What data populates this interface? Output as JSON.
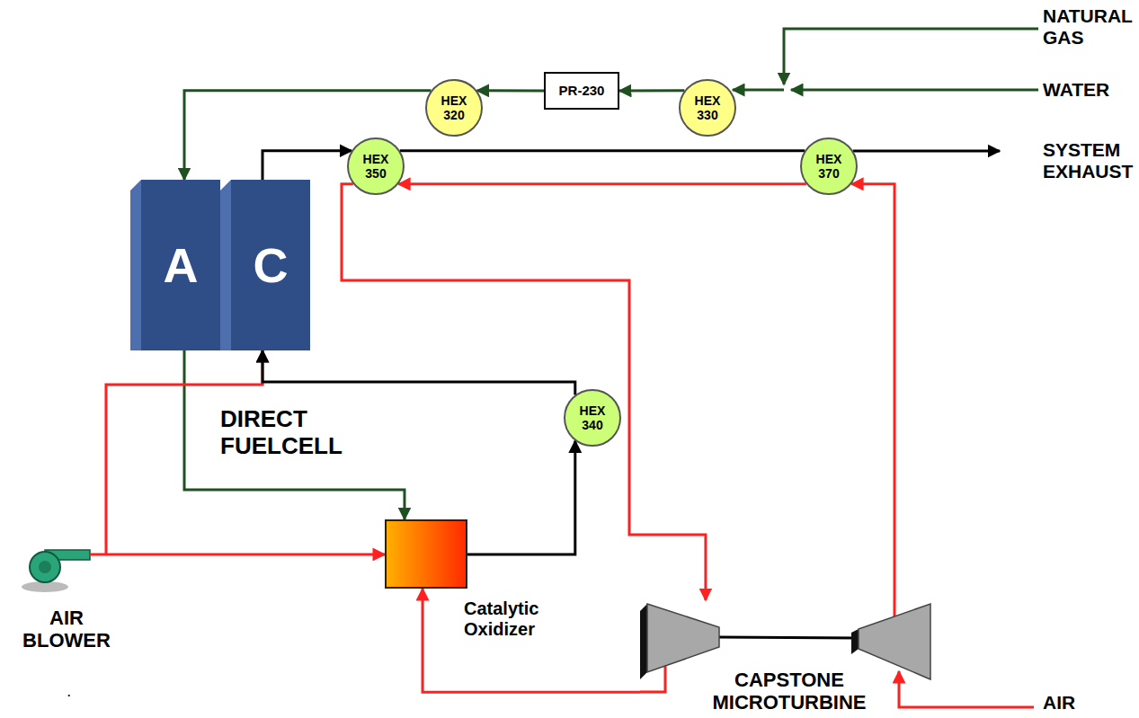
{
  "diagram": {
    "nodes": [
      {
        "text": [
          "HEX 320"
        ]
      },
      {
        "text": [
          "PR-230"
        ]
      },
      {
        "text": [
          "HEX 330"
        ]
      },
      {
        "text": [
          "HEX 350"
        ]
      },
      {
        "text": [
          "HEX 370"
        ]
      },
      {
        "text": [
          "A"
        ]
      },
      {
        "text": [
          "C"
        ]
      },
      {
        "text": [
          "HEX 340"
        ]
      },
      {
        "text": [
          "Catalytic Oxidizer"
        ]
      },
      {
        "text": [
          "AIR BLOWER"
        ]
      },
      {
        "text": [
          "CAPSTONE MICROTURBINE"
        ]
      }
    ],
    "edges": [
      {
        "from": 2,
        "to": 1,
        "arrow": "to"
      },
      {
        "from": 1,
        "to": 0,
        "arrow": "to"
      },
      {
        "from": 0,
        "to": 5,
        "arrow": "to"
      },
      {
        "from": 6,
        "to": 3,
        "arrow": "to"
      },
      {
        "from": 3,
        "to": 4,
        "arrow": "none"
      },
      {
        "from": 10,
        "to": 4,
        "arrow": "to"
      },
      {
        "from": 4,
        "to": 3,
        "arrow": "to"
      },
      {
        "from": 3,
        "to": 10,
        "arrow": "to"
      },
      {
        "from": 10,
        "to": 8,
        "arrow": "to"
      },
      {
        "from": 5,
        "to": 8,
        "arrow": "to"
      },
      {
        "from": 9,
        "to": 8,
        "arrow": "to"
      },
      {
        "from": 9,
        "to": 6,
        "arrow": "to"
      },
      {
        "from": 8,
        "to": 7,
        "arrow": "to"
      },
      {
        "from": 7,
        "to": 6,
        "arrow": "to"
      }
    ],
    "labels": [
      "NATURAL GAS",
      "WATER",
      "SYSTEM EXHAUST",
      "DIRECT FUELCELL",
      "AIR",
      "."
    ]
  }
}
